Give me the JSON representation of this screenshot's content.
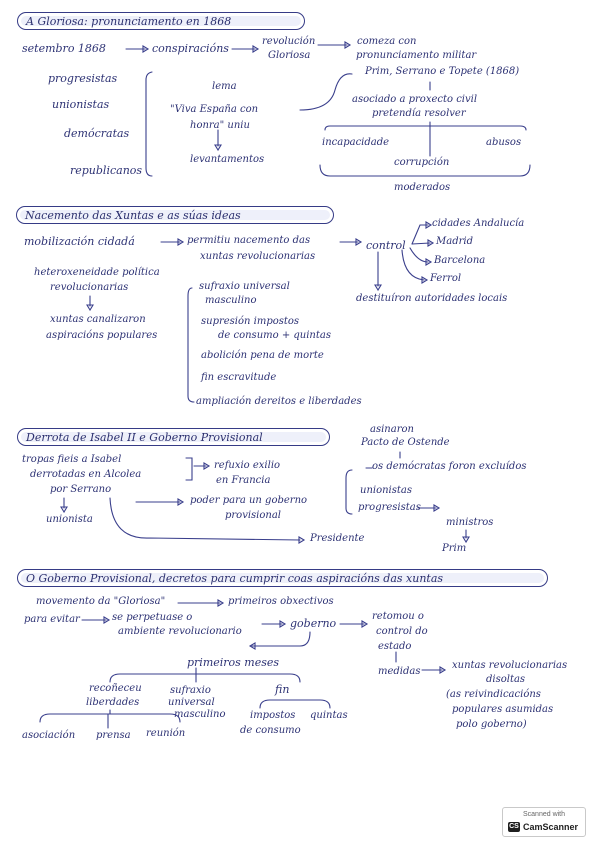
{
  "s1": {
    "title": "A Gloriosa: pronunciamento en 1868",
    "a": "setembro 1868",
    "a2": "conspiracións",
    "b1": "revolución",
    "b2": "Gloriosa",
    "c1": "comeza con",
    "c2": "pronunciamento militar",
    "c3": "Prim, Serrano e Topete (1868)",
    "p1": "progresistas",
    "p2": "unionistas",
    "p3": "demócratas",
    "p4": "republicanos",
    "lema": "lema",
    "viva1": "\"Viva España con",
    "viva2": "honra\" uniu",
    "lev": "levantamentos",
    "asoc1": "asociado a proxecto civil",
    "asoc2": "pretendía resolver",
    "inc": "incapacidade",
    "abusos": "abusos",
    "corr": "corrupción",
    "mod": "moderados"
  },
  "s2": {
    "title": "Nacemento das Xuntas e as súas ideas",
    "mob": "mobilización cidadá",
    "perm1": "permitiu nacemento das",
    "perm2": "xuntas revolucionarias",
    "control": "control",
    "ci1": "cidades Andalucía",
    "ci2": "Madrid",
    "ci3": "Barcelona",
    "ci4": "Ferrol",
    "dest": "destituíron autoridades locais",
    "het1": "heteroxeneidade política",
    "het2": "revolucionarias",
    "xc1": "xuntas canalizaron",
    "xc2": "aspiracións populares",
    "i1a": "sufraxio universal",
    "i1b": "masculino",
    "i2a": "supresión impostos",
    "i2b": "de consumo + quintas",
    "i3": "abolición pena de morte",
    "i4": "fin escravitude",
    "i5": "ampliación dereitos e liberdades"
  },
  "s3": {
    "title": "Derrota de Isabel II e Goberno Provisional",
    "t1": "tropas fieis a Isabel",
    "t2": "derrotadas en Alcolea",
    "t3": "por Serrano",
    "union": "unionista",
    "ref1": "refuxio exilio",
    "ref2": "en Francia",
    "pod1": "poder para un goberno",
    "pod2": "provisional",
    "pres": "Presidente",
    "as1": "asinaron",
    "as2": "Pacto de Ostende",
    "dem": "os demócratas foron excluídos",
    "un2": "unionistas",
    "prog": "progresistas",
    "min": "ministros",
    "prim": "Prim"
  },
  "s4": {
    "title": "O Goberno Provisional, decretos para cumprir coas aspiracións das xuntas",
    "mov": "movemento da \"Gloriosa\"",
    "obj": "primeiros obxectivos",
    "para": "para evitar",
    "se1": "se perpetuase o",
    "se2": "ambiente revolucionario",
    "gob": "goberno",
    "ret1": "retomou o",
    "ret2": "control do",
    "ret3": "estado",
    "med": "medidas",
    "xr1": "xuntas revolucionarias",
    "xr2": "disoltas",
    "rv1": "(as reivindicacións",
    "rv2": "populares asumidas",
    "rv3": "polo goberno)",
    "pm": "primeiros meses",
    "rec1": "recoñeceu",
    "rec2": "liberdades",
    "suf1": "sufraxio",
    "suf2": "universal",
    "suf3": "masculino",
    "fin": "fin",
    "l1": "asociación",
    "l2": "prensa",
    "l3": "reunión",
    "imp1": "impostos",
    "imp2": "de consumo",
    "quint": "quintas"
  },
  "footer": {
    "scanned": "Scanned with",
    "app": "CamScanner",
    "logo": "CS"
  }
}
